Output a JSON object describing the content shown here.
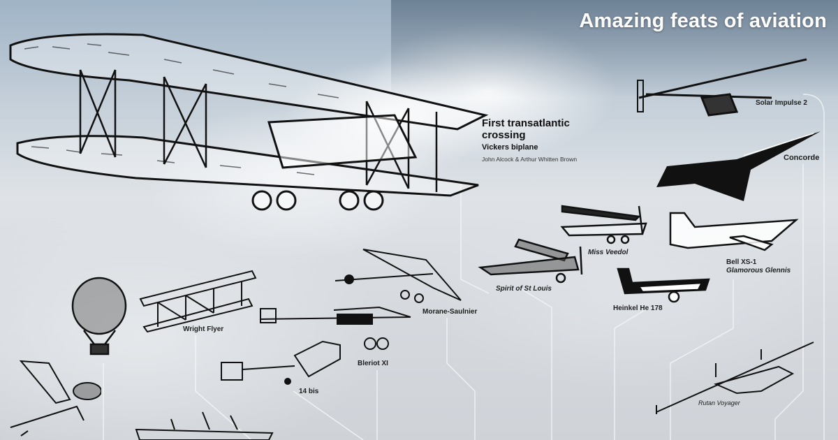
{
  "title": "Amazing feats of aviation",
  "featured": {
    "heading": "First transatlantic crossing",
    "aircraft": "Vickers biplane",
    "pilots": "John Alcock & Arthur Whitten Brown"
  },
  "aircraft_labels": {
    "solar_impulse": "Solar Impulse 2",
    "concorde": "Concorde",
    "bell_xs1_line1": "Bell XS-1",
    "bell_xs1_line2": "Glamorous Glennis",
    "miss_veedol": "Miss Veedol",
    "spirit": "Spirit of St Louis",
    "heinkel": "Heinkel He 178",
    "morane": "Morane-Saulnier",
    "wright": "Wright Flyer",
    "bleriot": "Bleriot XI",
    "santos": "14 bis",
    "rutan": "Rutan Voyager"
  },
  "colors": {
    "title_text": "#ffffff",
    "label_text": "#1d1d1d",
    "ink": "#111111",
    "connector": "#f4f6f8"
  }
}
